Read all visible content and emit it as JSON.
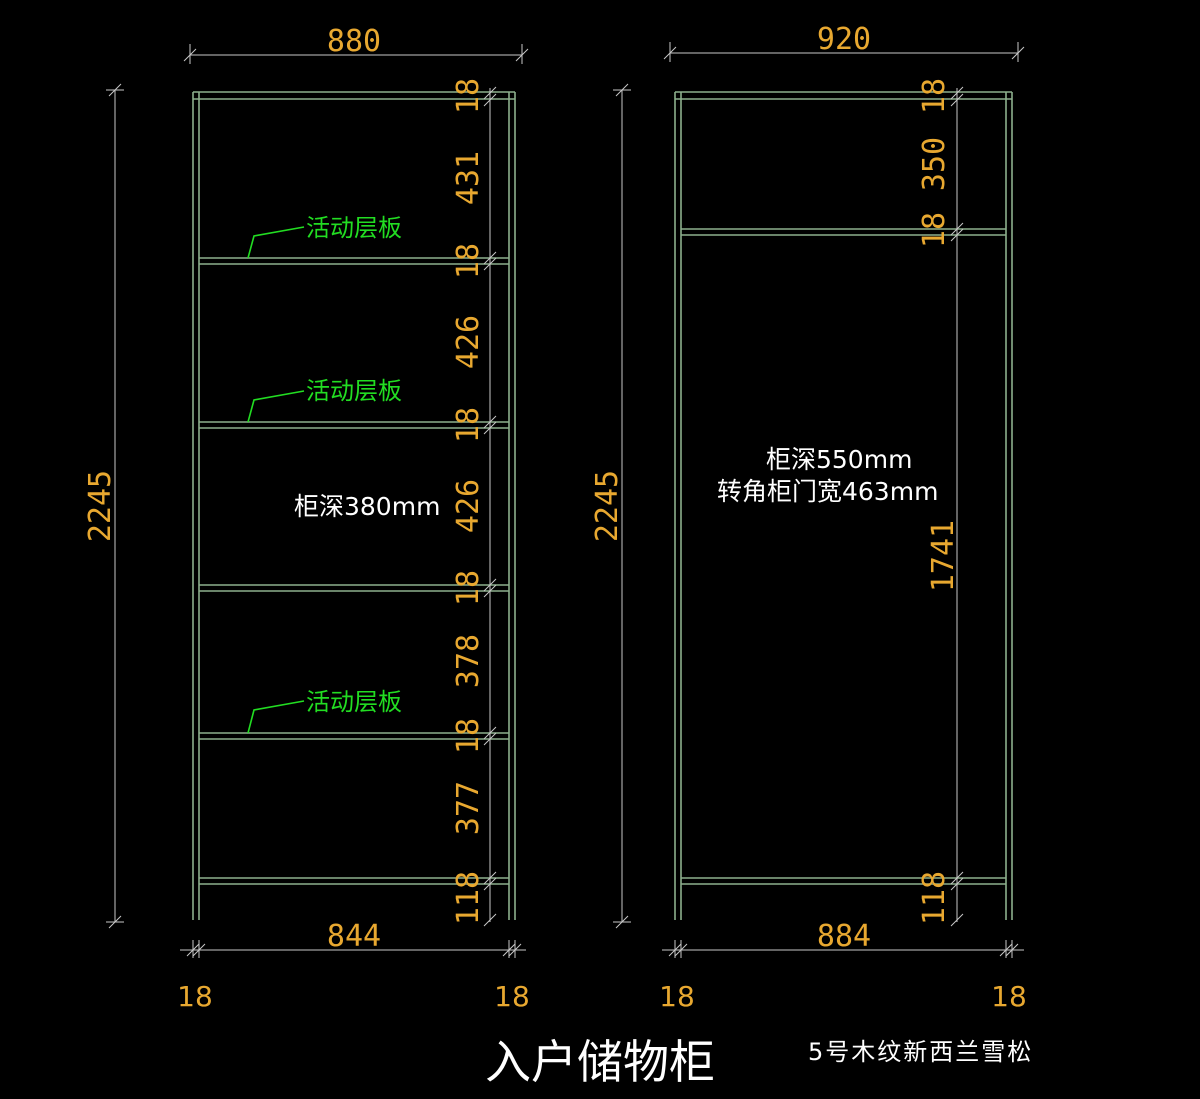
{
  "title": "入户储物柜",
  "material": "5号木纹新西兰雪松",
  "left_cabinet": {
    "top_width": "880",
    "height": "2245",
    "inner_width": "844",
    "side_left": "18",
    "side_right": "18",
    "depth_note": "柜深380mm",
    "shelf_label": "活动层板",
    "stack": [
      "18",
      "431",
      "18",
      "426",
      "18",
      "426",
      "18",
      "378",
      "18",
      "377",
      "118"
    ]
  },
  "right_cabinet": {
    "top_width": "920",
    "height": "2245",
    "inner_width": "884",
    "side_left": "18",
    "side_right": "18",
    "depth_note": "柜深550mm",
    "door_note": "转角柜门宽463mm",
    "stack": [
      "18",
      "350",
      "18",
      "1741",
      "118"
    ]
  },
  "colors": {
    "background": "#000000",
    "dimension_text": "#e8a830",
    "panel_line": "#8db08d",
    "leader": "#22dd22",
    "note": "#ffffff"
  }
}
